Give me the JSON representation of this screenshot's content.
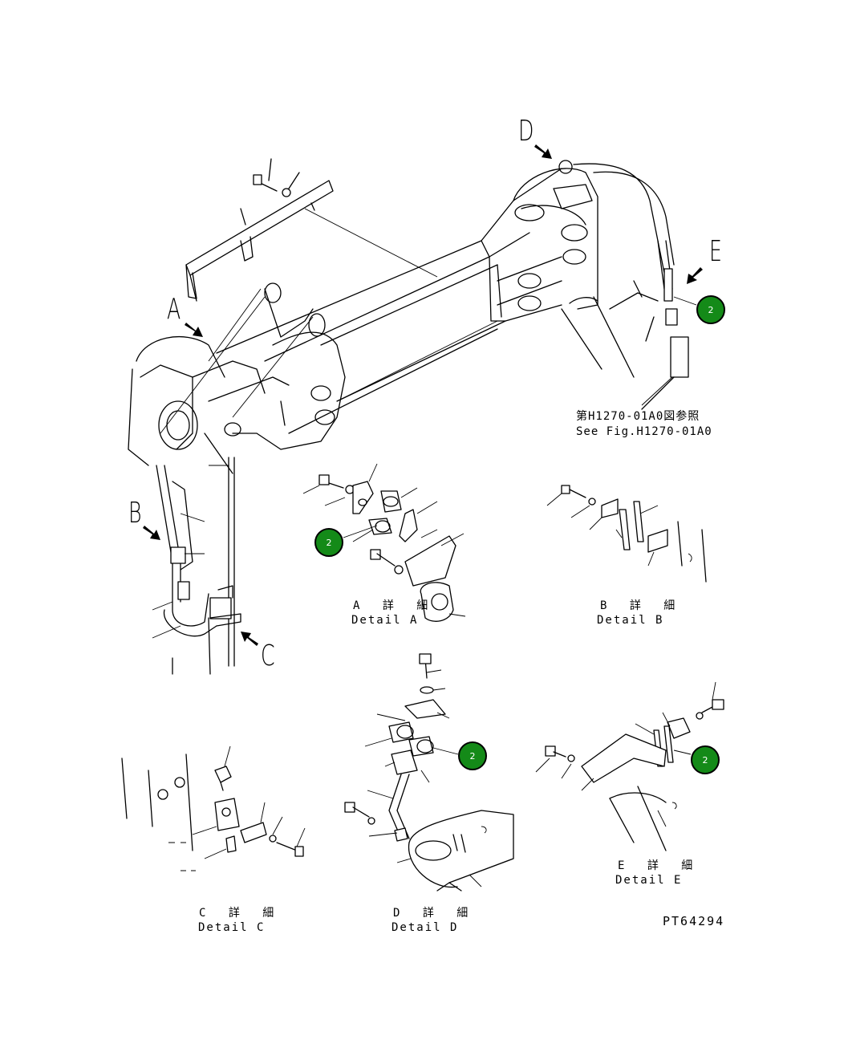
{
  "view_labels": {
    "A": "A",
    "B": "B",
    "C": "C",
    "D": "D",
    "E": "E"
  },
  "reference": {
    "jp": "第H1270-01A0図参照",
    "en": "See Fig.H1270-01A0"
  },
  "details": {
    "A": {
      "jp": "A 詳 細",
      "en": "Detail A"
    },
    "B": {
      "jp": "B 詳 細",
      "en": "Detail B"
    },
    "C": {
      "jp": "C 詳 細",
      "en": "Detail C"
    },
    "D": {
      "jp": "D 詳 細",
      "en": "Detail D"
    },
    "E": {
      "jp": "E 詳 細",
      "en": "Detail E"
    }
  },
  "callouts": [
    {
      "number": "2"
    },
    {
      "number": "2"
    },
    {
      "number": "2"
    },
    {
      "number": "2"
    }
  ],
  "callout_color": "#148a18",
  "drawing_number": "PT64294"
}
